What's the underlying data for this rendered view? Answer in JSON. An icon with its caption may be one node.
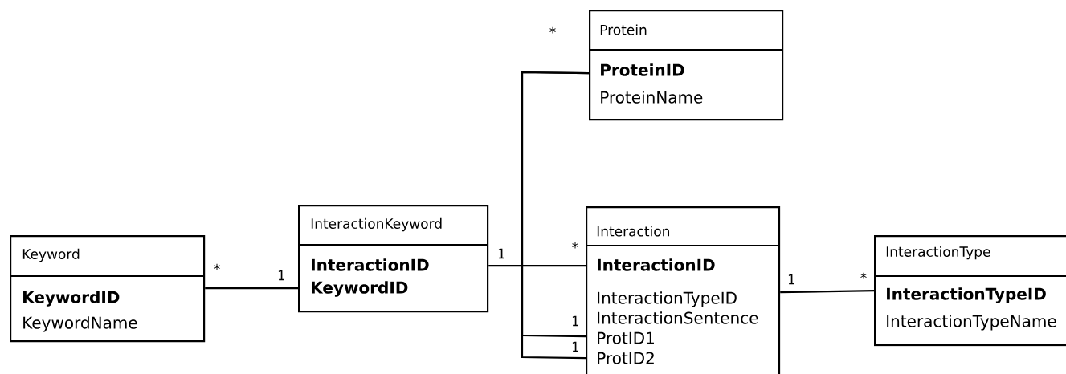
{
  "diagram": {
    "nodes": [
      {
        "text": [
          "Keyword",
          "KeywordID",
          "KeywordName"
        ]
      },
      {
        "text": [
          "InteractionKeyword",
          "InteractionID KeywordID"
        ]
      },
      {
        "text": [
          "Protein",
          "ProteinID",
          "ProteinName"
        ]
      },
      {
        "text": [
          "Interaction",
          "InteractionID",
          "InteractionTypeID InteractionSentence ProtID1 ProtID2"
        ]
      },
      {
        "text": [
          "InteractionType",
          "InteractionTypeID",
          "InteractionTypeName"
        ]
      }
    ],
    "edges": [
      {
        "from": 0,
        "to": 1,
        "arrow": "none"
      },
      {
        "from": 1,
        "to": 3,
        "arrow": "none"
      },
      {
        "from": 2,
        "to": 3,
        "arrow": "none"
      },
      {
        "from": 2,
        "to": 3,
        "arrow": "none"
      },
      {
        "from": 3,
        "to": 4,
        "arrow": "none"
      }
    ],
    "labels": [
      "*",
      "*",
      "1",
      "1",
      "*",
      "1",
      "*",
      "1",
      "1"
    ]
  }
}
